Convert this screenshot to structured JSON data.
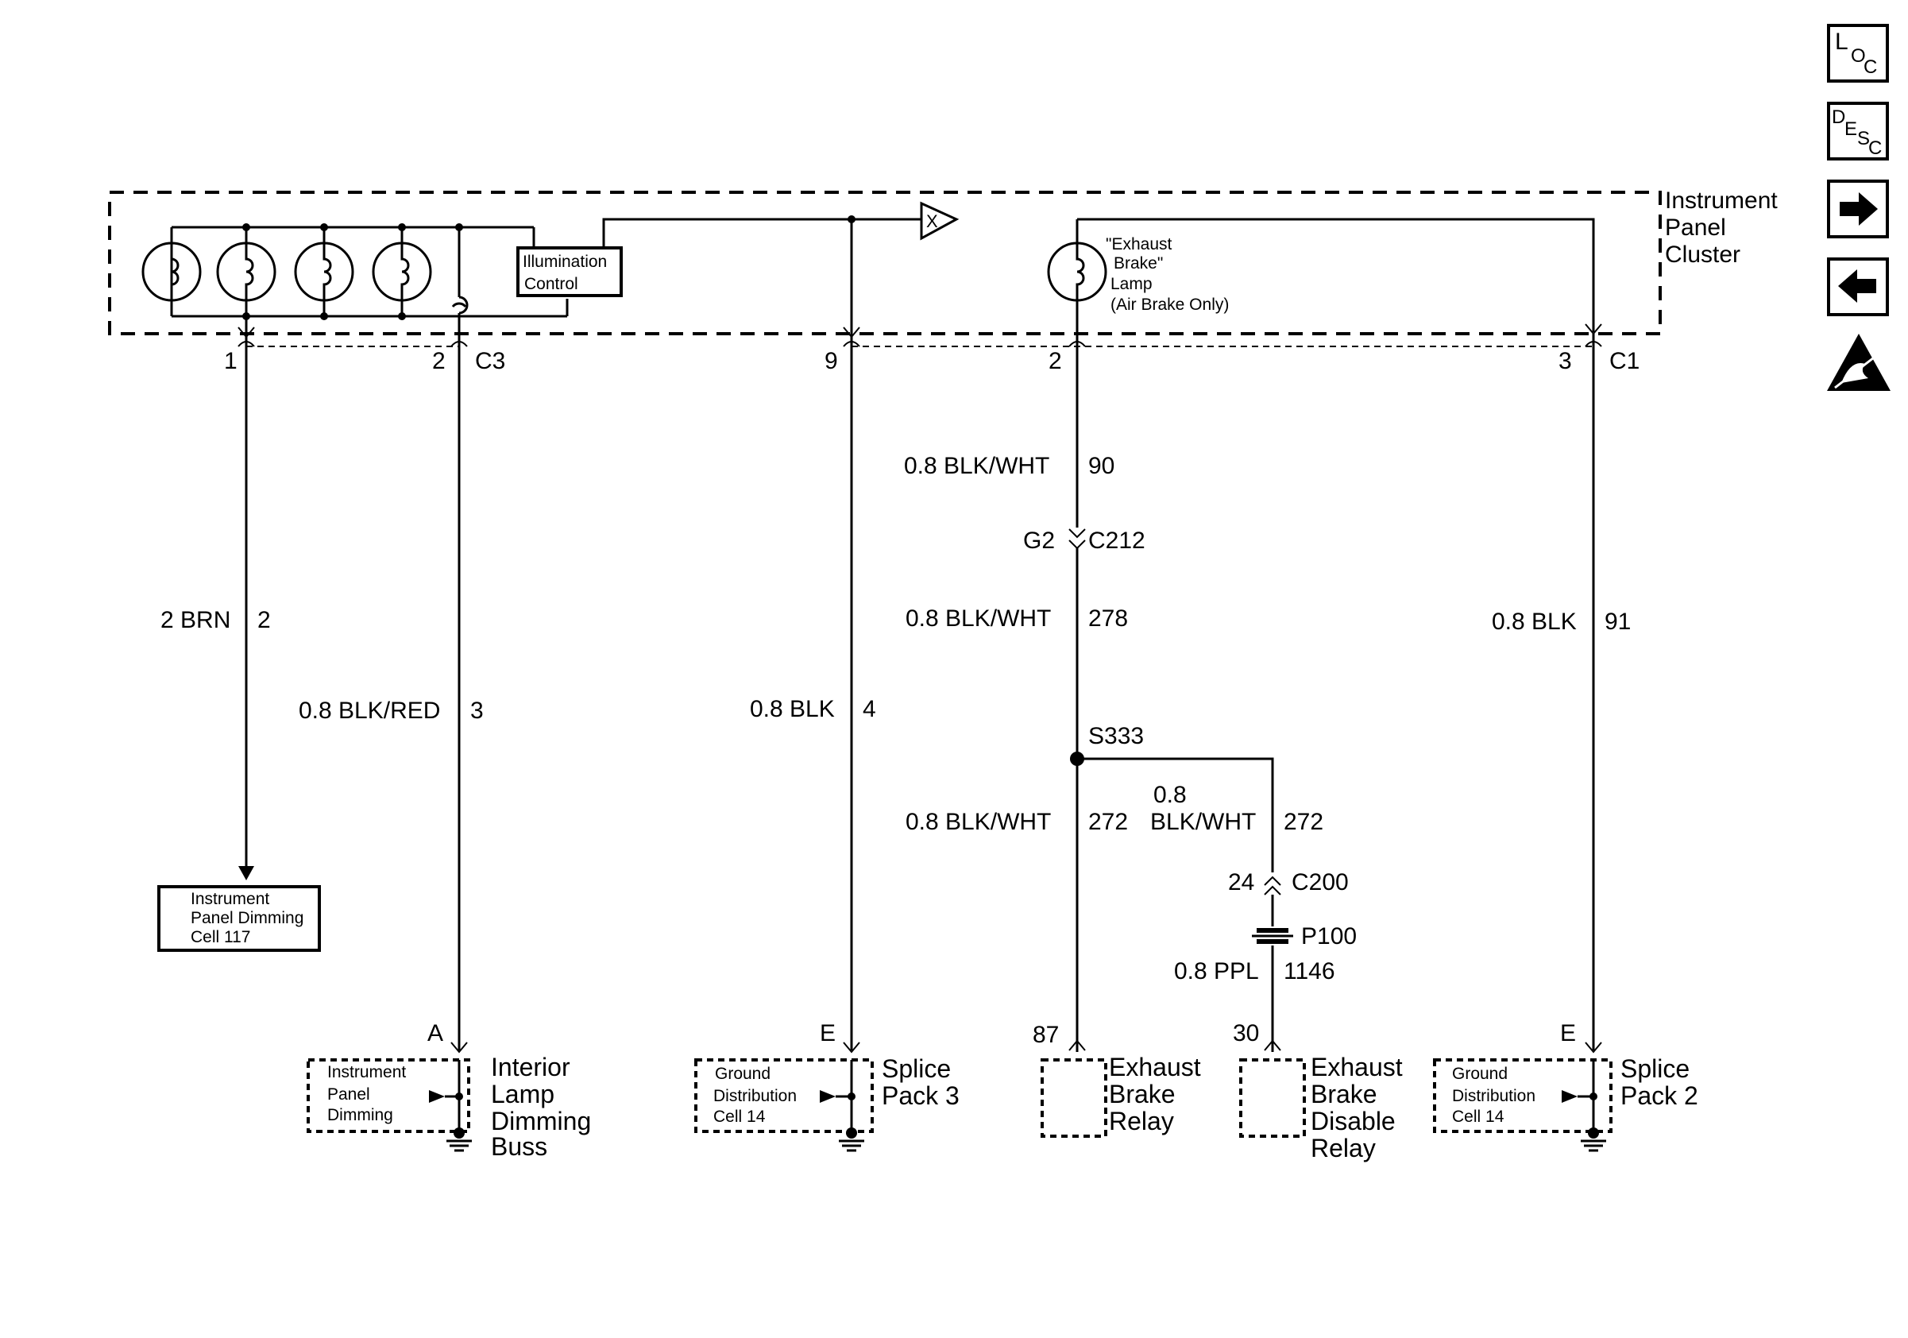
{
  "nav": {
    "loc": {
      "a": "L",
      "b": "O",
      "c": "C"
    },
    "desc": {
      "a": "D",
      "b": "E",
      "c": "S",
      "d": "C"
    },
    "esd_icon": "esd-warning-icon",
    "next_icon": "arrow-right-icon",
    "prev_icon": "arrow-left-icon"
  },
  "cluster": {
    "name": [
      "Instrument",
      "Panel",
      "Cluster"
    ],
    "illumination": [
      "Illumination",
      "Control"
    ],
    "lamp": [
      "\"Exhaust",
      "Brake\"",
      "Lamp",
      "(Air Brake Only)"
    ],
    "output_symbol": "X",
    "connector_c3": "C3",
    "connector_c1": "C1"
  },
  "pins": {
    "p1": "1",
    "p2_c3": "2",
    "p9": "9",
    "p2_c1": "2",
    "p3": "3"
  },
  "wires": {
    "brn": {
      "size": "2 BRN",
      "circuit": "2"
    },
    "blkred": {
      "size": "0.8 BLK/RED",
      "circuit": "3"
    },
    "blk4": {
      "size": "0.8 BLK",
      "circuit": "4"
    },
    "bw90": {
      "size": "0.8 BLK/WHT",
      "circuit": "90"
    },
    "bw278": {
      "size": "0.8 BLK/WHT",
      "circuit": "278"
    },
    "blk91": {
      "size": "0.8 BLK",
      "circuit": "91"
    },
    "bw272a": {
      "size": "0.8 BLK/WHT",
      "circuit": "272"
    },
    "bw272b": {
      "size_a": "0.8",
      "size_b": "BLK/WHT",
      "circuit": "272"
    },
    "ppl": {
      "size": "0.8 PPL",
      "circuit": "1146"
    }
  },
  "connectors": {
    "c212": {
      "pin": "G2",
      "name": "C212"
    },
    "s333": "S333",
    "c200": {
      "pin": "24",
      "name": "C200"
    },
    "p100": "P100"
  },
  "components": {
    "ipdimming": [
      "Instrument",
      "Panel Dimming",
      "Cell 117"
    ],
    "buss_inner": [
      "Instrument",
      "Panel",
      "Dimming"
    ],
    "buss_label": [
      "Interior",
      "Lamp",
      "Dimming",
      "Buss"
    ],
    "buss_pin": "A",
    "gd1_inner": [
      "Ground",
      "Distribution",
      "Cell 14"
    ],
    "gd1_label": [
      "Splice",
      "Pack 3"
    ],
    "gd1_pin": "E",
    "relay_label": [
      "Exhaust",
      "Brake",
      "Relay"
    ],
    "relay_pin": "87",
    "disable_label": [
      "Exhaust",
      "Brake",
      "Disable",
      "Relay"
    ],
    "disable_pin": "30",
    "gd2_inner": [
      "Ground",
      "Distribution",
      "Cell 14"
    ],
    "gd2_label": [
      "Splice",
      "Pack 2"
    ],
    "gd2_pin": "E"
  }
}
